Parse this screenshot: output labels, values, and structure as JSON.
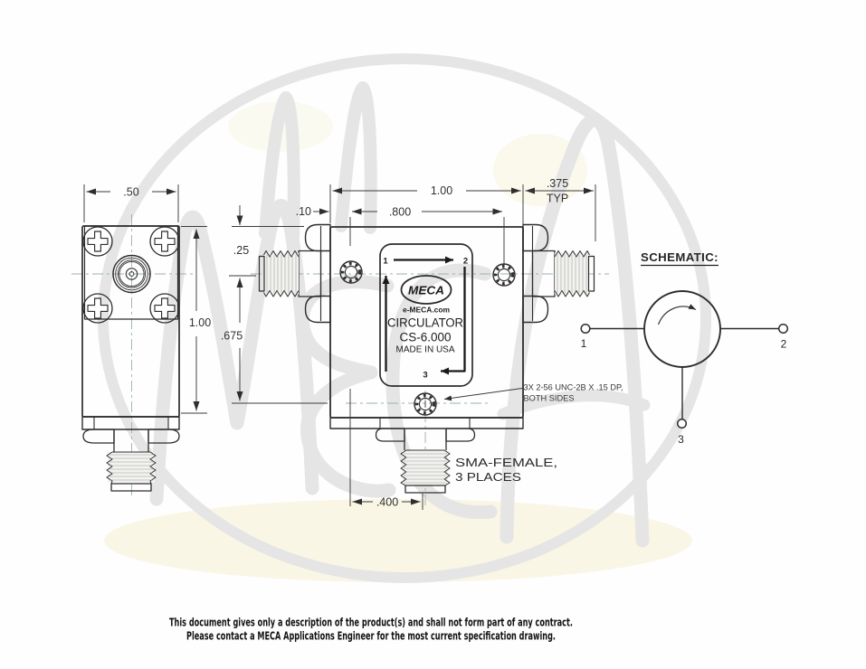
{
  "watermark": {
    "logo_text": "MECA"
  },
  "left_view": {
    "width": ".50",
    "height": "1.00"
  },
  "front_view": {
    "width": "1.00",
    "mount_hole_span": ".800",
    "edge_to_hole": ".10",
    "connector_length": ".375",
    "connector_length_qualifier": "TYP",
    "top_to_port_axis": ".25",
    "port_axis_to_bottom_hole": ".675",
    "hole_to_bottom_port": ".400"
  },
  "label_plate": {
    "port_1": "1",
    "port_2": "2",
    "port_3": "3",
    "logo": "MECA",
    "website": "e-MECA.com",
    "line_product": "CIRCULATOR",
    "line_model": "CS-6.000",
    "line_origin": "MADE IN USA"
  },
  "notes": {
    "tap_line_1": "3X 2-56 UNC-2B X .15 DP,",
    "tap_line_2": "BOTH SIDES",
    "connector_line_1": "SMA-FEMALE,",
    "connector_line_2": "3 PLACES"
  },
  "schematic": {
    "title": "SCHEMATIC:",
    "port_1": "1",
    "port_2": "2",
    "port_3": "3"
  },
  "footer": {
    "line_1": "This document gives only a description of the product(s) and shall not form part of any contract.",
    "line_2": "Please contact a MECA Applications Engineer for the most current specification drawing."
  },
  "colors": {
    "line": "#2d2d2d",
    "centerline": "#9bb0b0",
    "watermark_gray": "#e5e5e5",
    "cream": "#f5efcf"
  }
}
